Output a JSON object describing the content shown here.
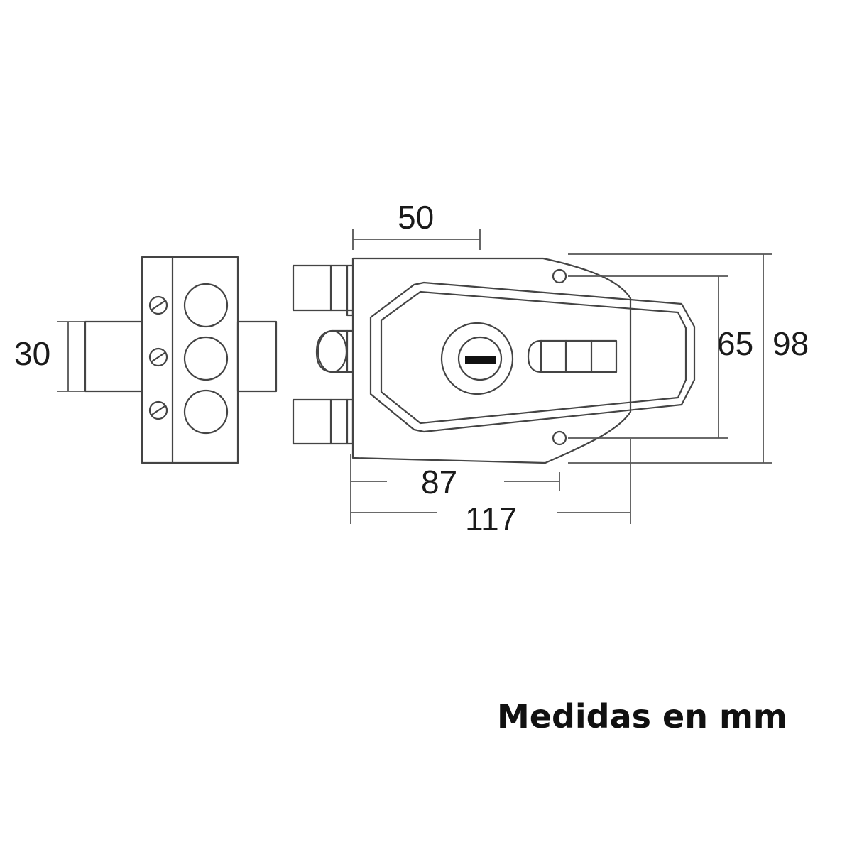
{
  "dimensions": {
    "height_left": "30",
    "top_width": "50",
    "hole_spacing": "65",
    "total_height": "98",
    "hole_distance": "87",
    "total_width": "117"
  },
  "caption": "Medidas en mm"
}
